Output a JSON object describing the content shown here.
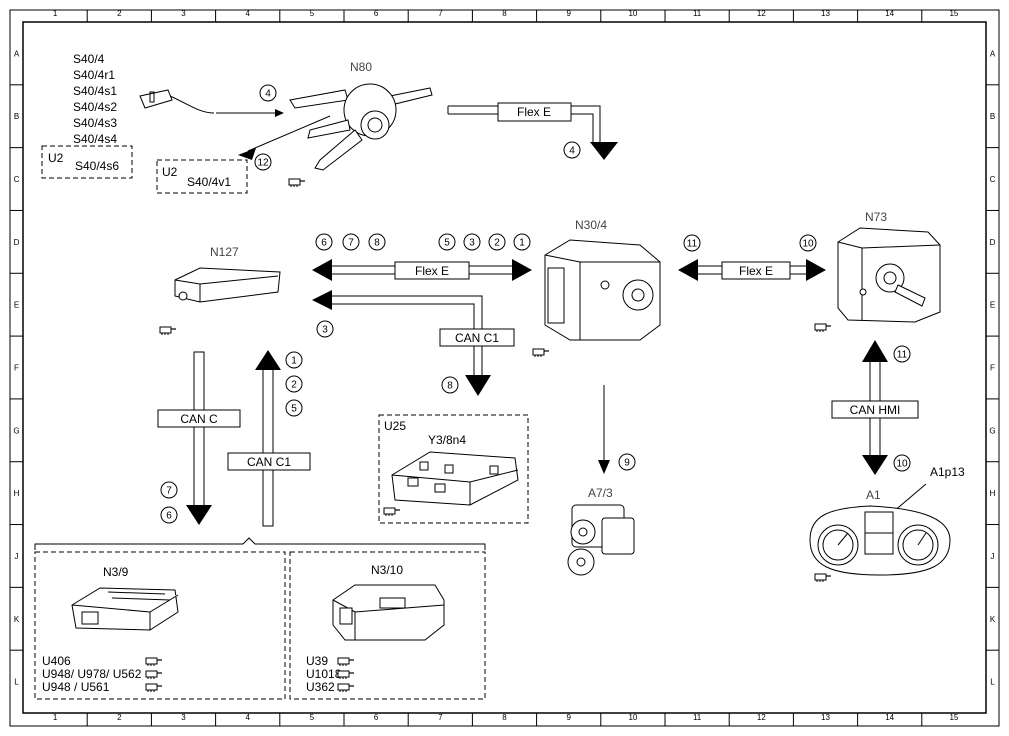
{
  "grid": {
    "columns": [
      "1",
      "2",
      "3",
      "4",
      "5",
      "6",
      "7",
      "8",
      "9",
      "10",
      "11",
      "12",
      "13",
      "14",
      "15"
    ],
    "rows": [
      "A",
      "B",
      "C",
      "D",
      "E",
      "F",
      "G",
      "H",
      "J",
      "K",
      "L"
    ]
  },
  "components": {
    "n80": "N80",
    "n30_4": "N30/4",
    "n73": "N73",
    "n127": "N127",
    "a7_3": "A7/3",
    "a1": "A1",
    "a1p13": "A1p13",
    "n3_9": "N3/9",
    "n3_10": "N3/10",
    "y3_8n4": "Y3/8n4"
  },
  "switch_list": [
    "S40/4",
    "S40/4r1",
    "S40/4s1",
    "S40/4s2",
    "S40/4s3",
    "S40/4s4"
  ],
  "u2_box_left": {
    "tag": "U2",
    "item": "S40/4s6"
  },
  "u2_box_right": {
    "tag": "U2",
    "item": "S40/4v1"
  },
  "u25_box": {
    "tag": "U25"
  },
  "n3_9_codes": [
    "U406",
    "U948/ U978/ U562",
    "U948 / U561"
  ],
  "n3_10_codes": [
    "U39",
    "U1018",
    "U362"
  ],
  "buses": {
    "flex_e_top": "Flex E",
    "flex_e_mid": "Flex E",
    "flex_e_right": "Flex E",
    "can_c1_mid": "CAN C1",
    "can_c": "CAN C",
    "can_c1_vert": "CAN C1",
    "can_hmi": "CAN HMI"
  },
  "steps": {
    "s4a": "4",
    "s12": "12",
    "s4b": "4",
    "s6": "6",
    "s7": "7",
    "s8": "8",
    "s5": "5",
    "s3": "3",
    "s2": "2",
    "s1": "1",
    "s11a": "11",
    "s10a": "10",
    "s3b": "3",
    "s8b": "8",
    "s1v": "1",
    "s2v": "2",
    "s5v": "5",
    "s7v": "7",
    "s6v": "6",
    "s9": "9",
    "s11b": "11",
    "s10b": "10"
  }
}
